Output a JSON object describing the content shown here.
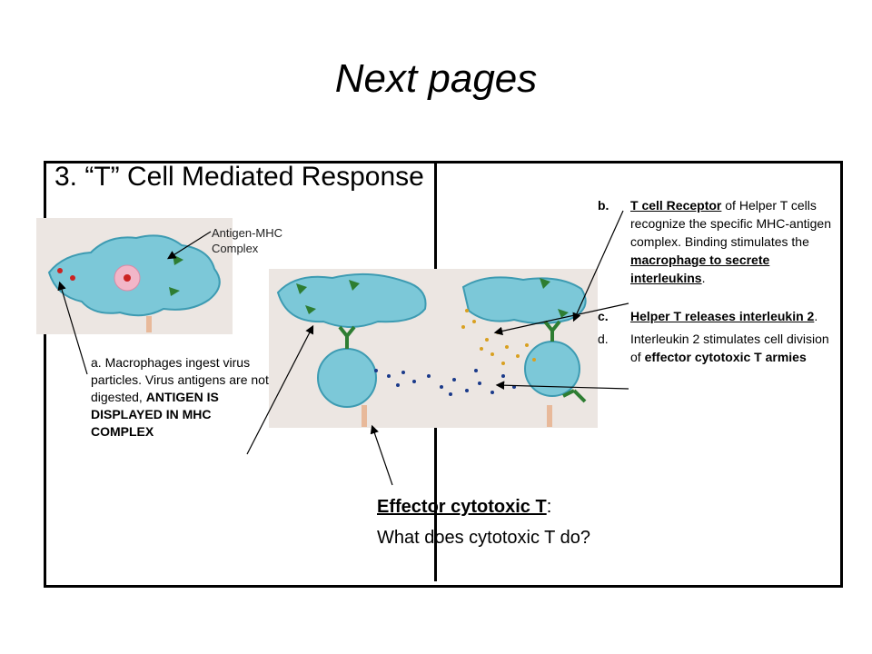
{
  "slide": {
    "title": "Next pages"
  },
  "main": {
    "heading": "3.  “T” Cell Mediated Response",
    "antigen_label_line1": "Antigen-MHC",
    "antigen_label_line2": "Complex",
    "note_a": {
      "prefix": "a.  Macrophages ingest virus particles. Virus antigens are not digested, ",
      "bold": "ANTIGEN IS DISPLAYED IN MHC COMPLEX"
    },
    "steps": {
      "b": {
        "letter": "b.",
        "underlined": "T cell Receptor",
        "text1": " of Helper T cells recognize the specific MHC-antigen complex. Binding stimulates the ",
        "underlined2": "macrophage to secrete interleukins",
        "text2": "."
      },
      "c": {
        "letter": "c.",
        "underlined": "Helper T releases interleukin 2",
        "text1": "."
      },
      "d": {
        "letter": "d.",
        "text1": "Interleukin 2 stimulates cell division of ",
        "bold": "effector cytotoxic T armies"
      }
    },
    "effector": {
      "title": "Effector cytotoxic T",
      "colon": ":",
      "question": "What does cytotoxic T do?"
    }
  },
  "colors": {
    "cell": "#7cc8d8",
    "cell_dark": "#3d9bb2",
    "receptor": "#2e7d32",
    "interleukin": "#d9a020",
    "background_photo": "#ece6e2"
  },
  "icons": [
    "macrophage-illustration",
    "helper-t-cell-illustration",
    "interleukin-dots"
  ]
}
